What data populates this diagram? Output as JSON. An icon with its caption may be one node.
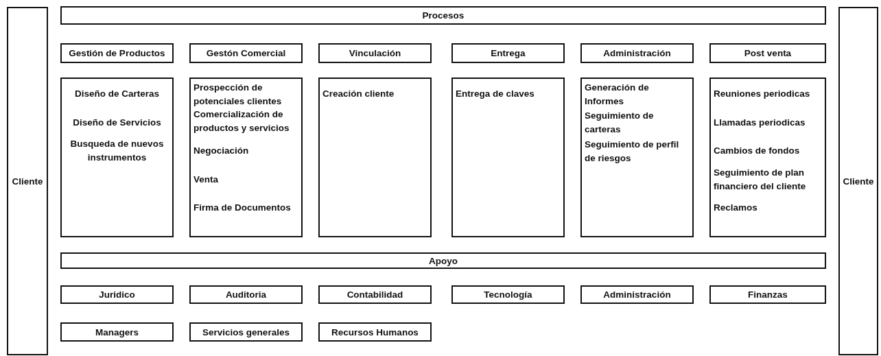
{
  "diagram": {
    "nodes": [
      {
        "text": [
          "Cliente"
        ]
      },
      {
        "text": [
          "Procesos"
        ]
      },
      {
        "text": [
          "Gestión de Productos"
        ]
      },
      {
        "text": [
          "Gestón Comercial"
        ]
      },
      {
        "text": [
          "Vinculación"
        ]
      },
      {
        "text": [
          "Entrega"
        ]
      },
      {
        "text": [
          "Administración"
        ]
      },
      {
        "text": [
          "Post venta"
        ]
      },
      {
        "text": [
          "Diseño de Carteras",
          "Diseño de Servicios",
          "Busqueda de nuevos instrumentos"
        ]
      },
      {
        "text": [
          "Prospección de potenciales clientes",
          "Comercialización de productos y servicios",
          "Negociación",
          "Venta",
          "Firma de Documentos"
        ]
      },
      {
        "text": [
          "Creación cliente"
        ]
      },
      {
        "text": [
          "Entrega de claves"
        ]
      },
      {
        "text": [
          "Generación de Informes",
          "Seguimiento de carteras",
          "Seguimiento de perfil de riesgos"
        ]
      },
      {
        "text": [
          "Reuniones periodicas",
          "Llamadas periodicas",
          "Cambios de fondos",
          "Seguimiento de plan financiero del cliente",
          "Reclamos"
        ]
      },
      {
        "text": [
          "Apoyo"
        ]
      },
      {
        "text": [
          "Juridico"
        ]
      },
      {
        "text": [
          "Auditoria"
        ]
      },
      {
        "text": [
          "Contabilidad"
        ]
      },
      {
        "text": [
          "Tecnología"
        ]
      },
      {
        "text": [
          "Administración"
        ]
      },
      {
        "text": [
          "Finanzas"
        ]
      },
      {
        "text": [
          "Managers"
        ]
      },
      {
        "text": [
          "Servicios generales"
        ]
      },
      {
        "text": [
          "Recursos Humanos"
        ]
      },
      {
        "text": [
          "Cliente"
        ]
      }
    ]
  }
}
